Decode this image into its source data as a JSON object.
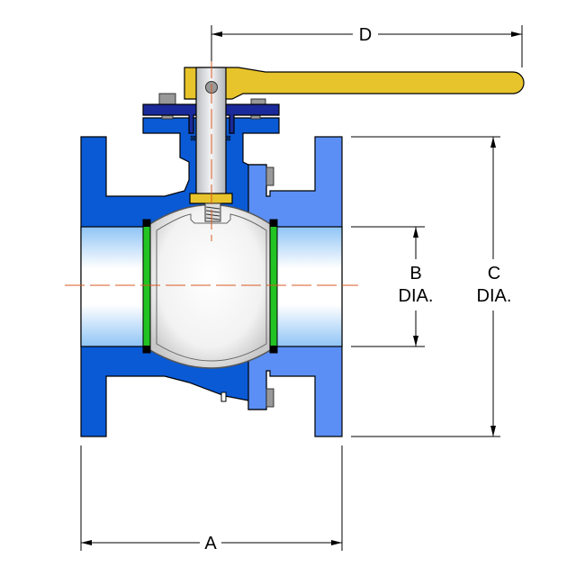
{
  "dimensions": {
    "a": "A",
    "b_line1": "B",
    "b_line2": "DIA.",
    "c_line1": "C",
    "c_line2": "DIA.",
    "d": "D"
  },
  "colors": {
    "body": "#0a5ad6",
    "body_right": "#5b8ff5",
    "gland": "#1a2a9a",
    "handle": "#e8c42c",
    "seat": "#22c322",
    "centerline": "#d85a20"
  }
}
